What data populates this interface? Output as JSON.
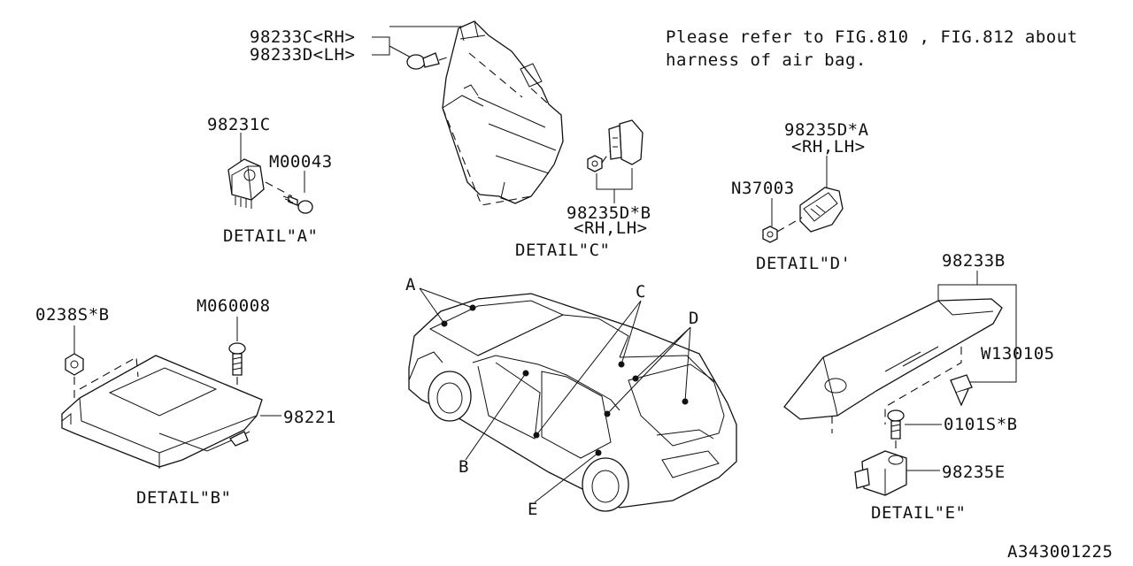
{
  "note": {
    "line1": "Please refer to FIG.810 , FIG.812 about",
    "line2": "harness of air bag."
  },
  "detail_a": {
    "title": "DETAIL\"A\"",
    "sensor_label": "98231C",
    "bolt_label": "M00043"
  },
  "detail_b": {
    "title": "DETAIL\"B\"",
    "nut_label": "0238S*B",
    "bolt_label": "M060008",
    "unit_label": "98221"
  },
  "detail_c": {
    "title": "DETAIL\"C\"",
    "cover_label_rh": "98233C<RH>",
    "cover_label_lh": "98233D<LH>",
    "sensor_label": "98235D*B",
    "sensor_side": "<RH,LH>"
  },
  "detail_d": {
    "title": "DETAIL\"D'",
    "sensor_label": "98235D*A",
    "sensor_side": "<RH,LH>",
    "nut_label": "N37003"
  },
  "detail_e": {
    "title": "DETAIL\"E\"",
    "bracket_label": "98233B",
    "clip_label": "W130105",
    "bolt_label": "0101S*B",
    "sensor_label": "98235E"
  },
  "car_callouts": [
    "A",
    "B",
    "C",
    "D",
    "E"
  ],
  "figure_code": "A343001225"
}
